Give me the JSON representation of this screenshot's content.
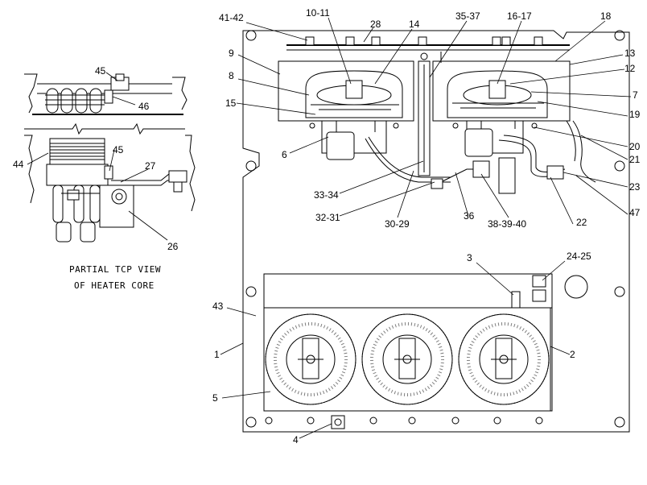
{
  "caption": {
    "line1": "PARTIAL TCP VIEW",
    "line2": "OF HEATER CORE"
  },
  "callouts": {
    "c41_42": "41-42",
    "c10_11": "10-11",
    "c28": "28",
    "c14": "14",
    "c35_37": "35-37",
    "c16_17": "16-17",
    "c18": "18",
    "c13": "13",
    "c12": "12",
    "c9": "9",
    "c8": "8",
    "c15": "15",
    "c7": "7",
    "c19": "19",
    "c6": "6",
    "c20": "20",
    "c21": "21",
    "c23": "23",
    "c47": "47",
    "c22": "22",
    "c33_34": "33-34",
    "c32_31": "32-31",
    "c30_29": "30-29",
    "c36": "36",
    "c38_39_40": "38-39-40",
    "c3": "3",
    "c24_25": "24-25",
    "c43": "43",
    "c1": "1",
    "c2": "2",
    "c5": "5",
    "c4": "4",
    "c45a": "45",
    "c46": "46",
    "c44": "44",
    "c45b": "45",
    "c27": "27",
    "c26": "26"
  }
}
